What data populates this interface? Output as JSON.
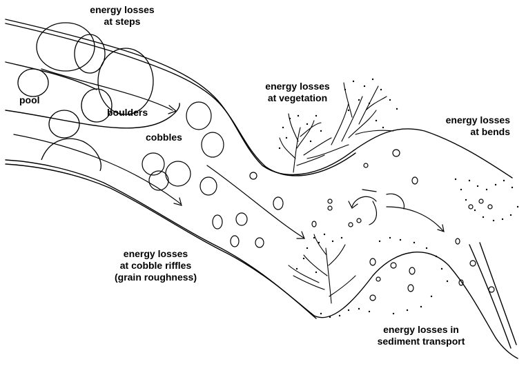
{
  "labels": {
    "steps": "energy losses\nat steps",
    "pool": "pool",
    "boulders": "boulders",
    "cobbles": "cobbles",
    "vegetation": "energy losses\nat vegetation",
    "bends": "energy losses\nat bends",
    "riffles": "energy losses\nat cobble riffles\n(grain roughness)",
    "sediment": "energy losses in\nsediment transport"
  },
  "colors": {
    "ink": "#000000",
    "background": "#ffffff"
  }
}
